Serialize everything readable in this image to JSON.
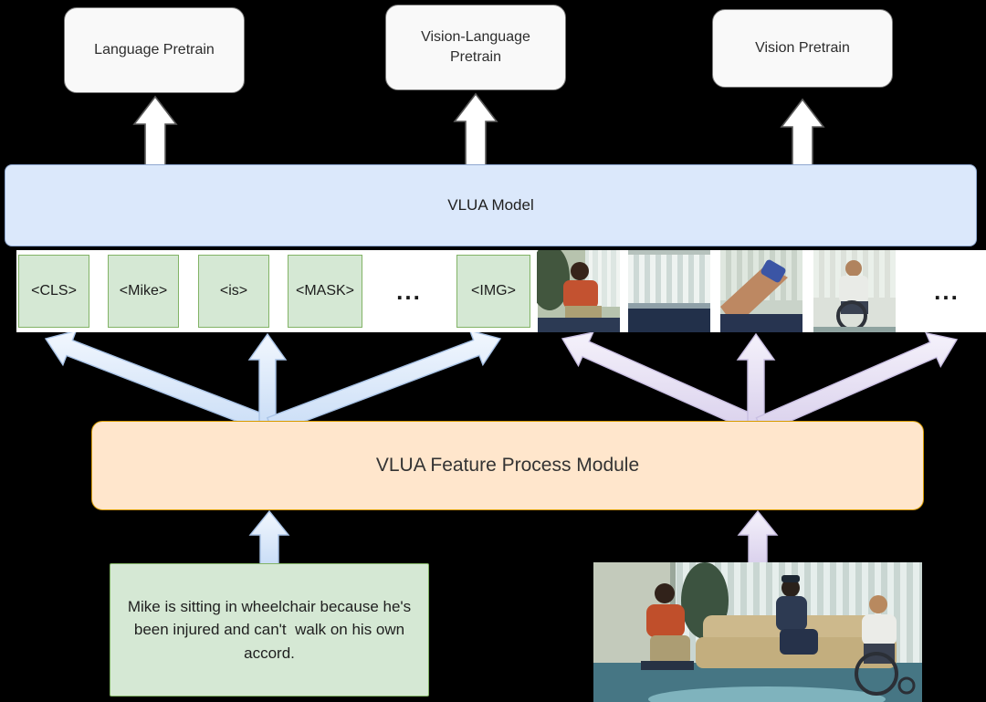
{
  "pretrain_heads": [
    {
      "label": "Language Pretrain"
    },
    {
      "label": "Vision-Language Pretrain"
    },
    {
      "label": "Vision Pretrain"
    }
  ],
  "model": {
    "label": "VLUA Model"
  },
  "token_row": {
    "text_tokens": [
      "<CLS>",
      "<Mike>",
      "<is>",
      "<MASK>"
    ],
    "ellipsis_mid": "...",
    "img_token": "<IMG>",
    "ellipsis_right": "...",
    "video_frames": [
      {
        "desc": "man in red shirt seated near plant"
      },
      {
        "desc": "window with vertical blinds"
      },
      {
        "desc": "arm with blue wristband"
      },
      {
        "desc": "man in white shirt in wheelchair"
      }
    ]
  },
  "module": {
    "label": "VLUA Feature Process Module"
  },
  "inputs": {
    "text": "Mike is sitting in wheelchair because he's been injured and can't  walk on his own accord.",
    "image_desc": "three men in a living room, one sitting in a wheelchair"
  },
  "colors": {
    "background": "#000000",
    "head_fill": "#f9f9f9",
    "head_stroke": "#7a7a7a",
    "model_fill": "#dbe8fb",
    "model_stroke": "#8fa8d0",
    "strip_fill": "#ffffff",
    "token_fill": "#d5e8d4",
    "token_stroke": "#82b366",
    "module_fill": "#ffe6cc",
    "module_stroke": "#d79b00",
    "arrow_blue": "#cfe0f6",
    "arrow_lavender": "#ddd3ee"
  }
}
